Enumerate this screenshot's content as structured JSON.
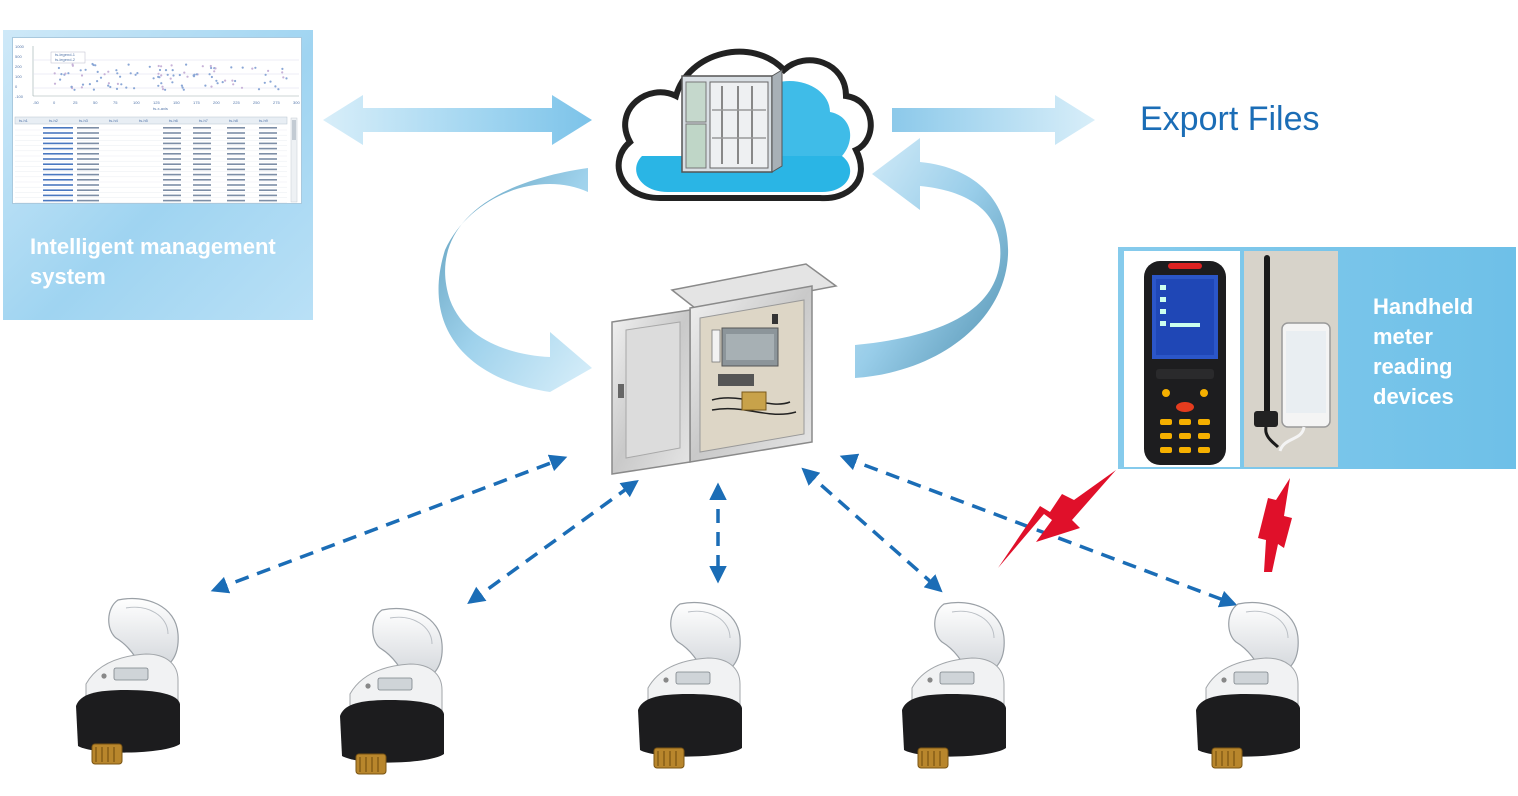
{
  "management_panel": {
    "label": "Intelligent management system",
    "screenshot": {
      "chart_legend": [
        "ts-legend-1",
        "ts-legend-2"
      ],
      "y_ticks": [
        "1000",
        "500",
        "200",
        "100",
        "0",
        "-100"
      ],
      "x_ticks": [
        "-50",
        "0",
        "25",
        "50",
        "75",
        "100",
        "125",
        "150",
        "175",
        "200",
        "225",
        "250",
        "275",
        "300"
      ],
      "x_axis_label": "ts-x-axis",
      "table_headers": [
        "ts-h1",
        "ts-h2",
        "ts-h3",
        "ts-h4",
        "ts-h5",
        "ts-h6",
        "ts-h7",
        "ts-h8",
        "ts-h9"
      ]
    }
  },
  "export": {
    "label": "Export Files"
  },
  "handheld": {
    "label": "Handheld meter reading devices"
  },
  "colors": {
    "arrow_light": "#cde8f7",
    "arrow_mid": "#8fcbeb",
    "cloud_fill": "#2ab5e5",
    "dashed_link": "#1b6db6",
    "wireless_signal": "#e0102a",
    "export_text": "#1b6db6"
  },
  "icons": [
    "cloud-server-icon",
    "concentrator-box-icon",
    "water-meter-icon",
    "handheld-terminal-icon",
    "smartphone-icon"
  ]
}
